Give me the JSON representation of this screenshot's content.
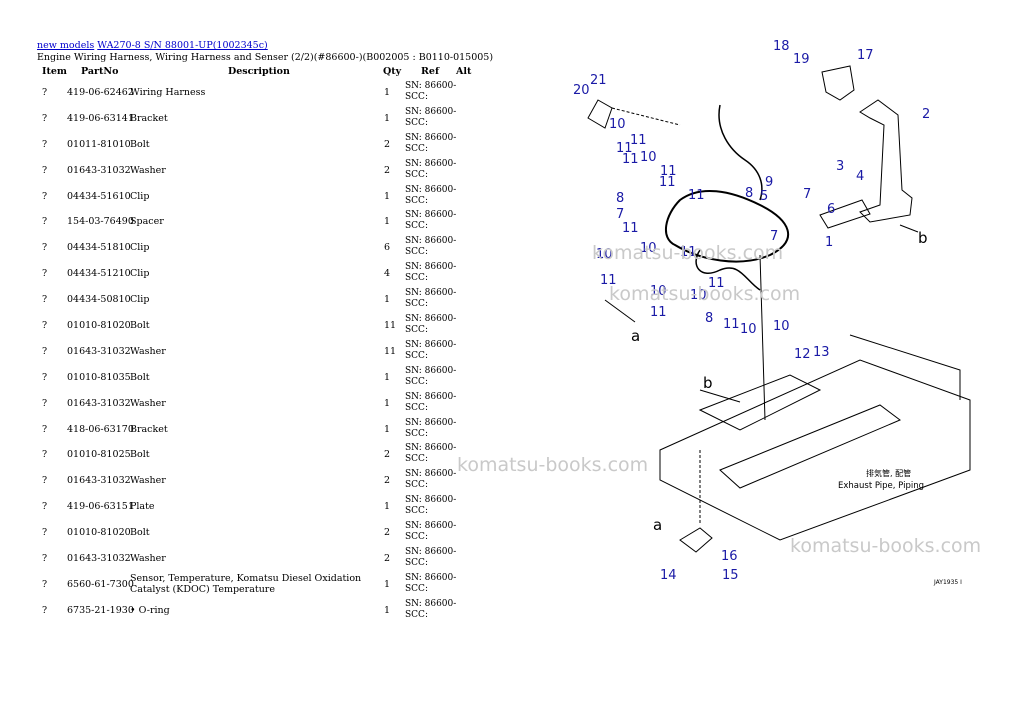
{
  "breadcrumb": {
    "link1": "new models",
    "link2": "WA270-8 S/N 88001-UP(1002345c)"
  },
  "subtitle": "Engine Wiring Harness, Wiring Harness and Senser (2/2)(#86600-)(B002005 : B0110-015005)",
  "columns": {
    "item": "Item",
    "partno": "PartNo",
    "description": "Description",
    "qty": "Qty",
    "ref": "Ref",
    "alt": "Alt"
  },
  "rows": [
    {
      "item": "?",
      "part": "419-06-62462",
      "desc": "Wiring Harness",
      "qty": "1",
      "ref": "SN: 86600-SCC:"
    },
    {
      "item": "?",
      "part": "419-06-63141",
      "desc": "Bracket",
      "qty": "1",
      "ref": "SN: 86600-SCC:"
    },
    {
      "item": "?",
      "part": "01011-81010",
      "desc": "Bolt",
      "qty": "2",
      "ref": "SN: 86600-SCC:"
    },
    {
      "item": "?",
      "part": "01643-31032",
      "desc": "Washer",
      "qty": "2",
      "ref": "SN: 86600-SCC:"
    },
    {
      "item": "?",
      "part": "04434-51610",
      "desc": "Clip",
      "qty": "1",
      "ref": "SN: 86600-SCC:"
    },
    {
      "item": "?",
      "part": "154-03-76490",
      "desc": "Spacer",
      "qty": "1",
      "ref": "SN: 86600-SCC:"
    },
    {
      "item": "?",
      "part": "04434-51810",
      "desc": "Clip",
      "qty": "6",
      "ref": "SN: 86600-SCC:"
    },
    {
      "item": "?",
      "part": "04434-51210",
      "desc": "Clip",
      "qty": "4",
      "ref": "SN: 86600-SCC:"
    },
    {
      "item": "?",
      "part": "04434-50810",
      "desc": "Clip",
      "qty": "1",
      "ref": "SN: 86600-SCC:"
    },
    {
      "item": "?",
      "part": "01010-81020",
      "desc": "Bolt",
      "qty": "11",
      "ref": "SN: 86600-SCC:"
    },
    {
      "item": "?",
      "part": "01643-31032",
      "desc": "Washer",
      "qty": "11",
      "ref": "SN: 86600-SCC:"
    },
    {
      "item": "?",
      "part": "01010-81035",
      "desc": "Bolt",
      "qty": "1",
      "ref": "SN: 86600-SCC:"
    },
    {
      "item": "?",
      "part": "01643-31032",
      "desc": "Washer",
      "qty": "1",
      "ref": "SN: 86600-SCC:"
    },
    {
      "item": "?",
      "part": "418-06-63170",
      "desc": "Bracket",
      "qty": "1",
      "ref": "SN: 86600-SCC:"
    },
    {
      "item": "?",
      "part": "01010-81025",
      "desc": "Bolt",
      "qty": "2",
      "ref": "SN: 86600-SCC:"
    },
    {
      "item": "?",
      "part": "01643-31032",
      "desc": "Washer",
      "qty": "2",
      "ref": "SN: 86600-SCC:"
    },
    {
      "item": "?",
      "part": "419-06-63151",
      "desc": "Plate",
      "qty": "1",
      "ref": "SN: 86600-SCC:"
    },
    {
      "item": "?",
      "part": "01010-81020",
      "desc": "Bolt",
      "qty": "2",
      "ref": "SN: 86600-SCC:"
    },
    {
      "item": "?",
      "part": "01643-31032",
      "desc": "Washer",
      "qty": "2",
      "ref": "SN: 86600-SCC:"
    },
    {
      "item": "?",
      "part": "6560-61-7300",
      "desc": "Sensor, Temperature, Komatsu Diesel Oxidation Catalyst (KDOC) Temperature",
      "qty": "1",
      "ref": "SN: 86600-SCC:"
    },
    {
      "item": "?",
      "part": "6735-21-1930",
      "desc": "• O-ring",
      "qty": "1",
      "ref": "SN: 86600-SCC:"
    }
  ],
  "diagram": {
    "line_color": "#000000",
    "callout_color": "#1a1aa6",
    "callouts": [
      "1",
      "2",
      "3",
      "4",
      "5",
      "6",
      "7",
      "7",
      "7",
      "8",
      "8",
      "8",
      "9",
      "10",
      "10",
      "10",
      "10",
      "10",
      "10",
      "10",
      "10",
      "11",
      "11",
      "11",
      "11",
      "11",
      "11",
      "11",
      "11",
      "11",
      "11",
      "11",
      "11",
      "12",
      "13",
      "14",
      "15",
      "16",
      "17",
      "18",
      "19",
      "20",
      "21"
    ],
    "arrow_labels": [
      "a",
      "a",
      "b",
      "b"
    ],
    "caption_jp": "排気管, 配管",
    "caption_en": "Exhaust Pipe, Piping",
    "figure_code": "JAY1935 I"
  },
  "watermarks": [
    "komatsu-books.com",
    "komatsu-books.com",
    "komatsu-books.com",
    "komatsu-books.com"
  ]
}
